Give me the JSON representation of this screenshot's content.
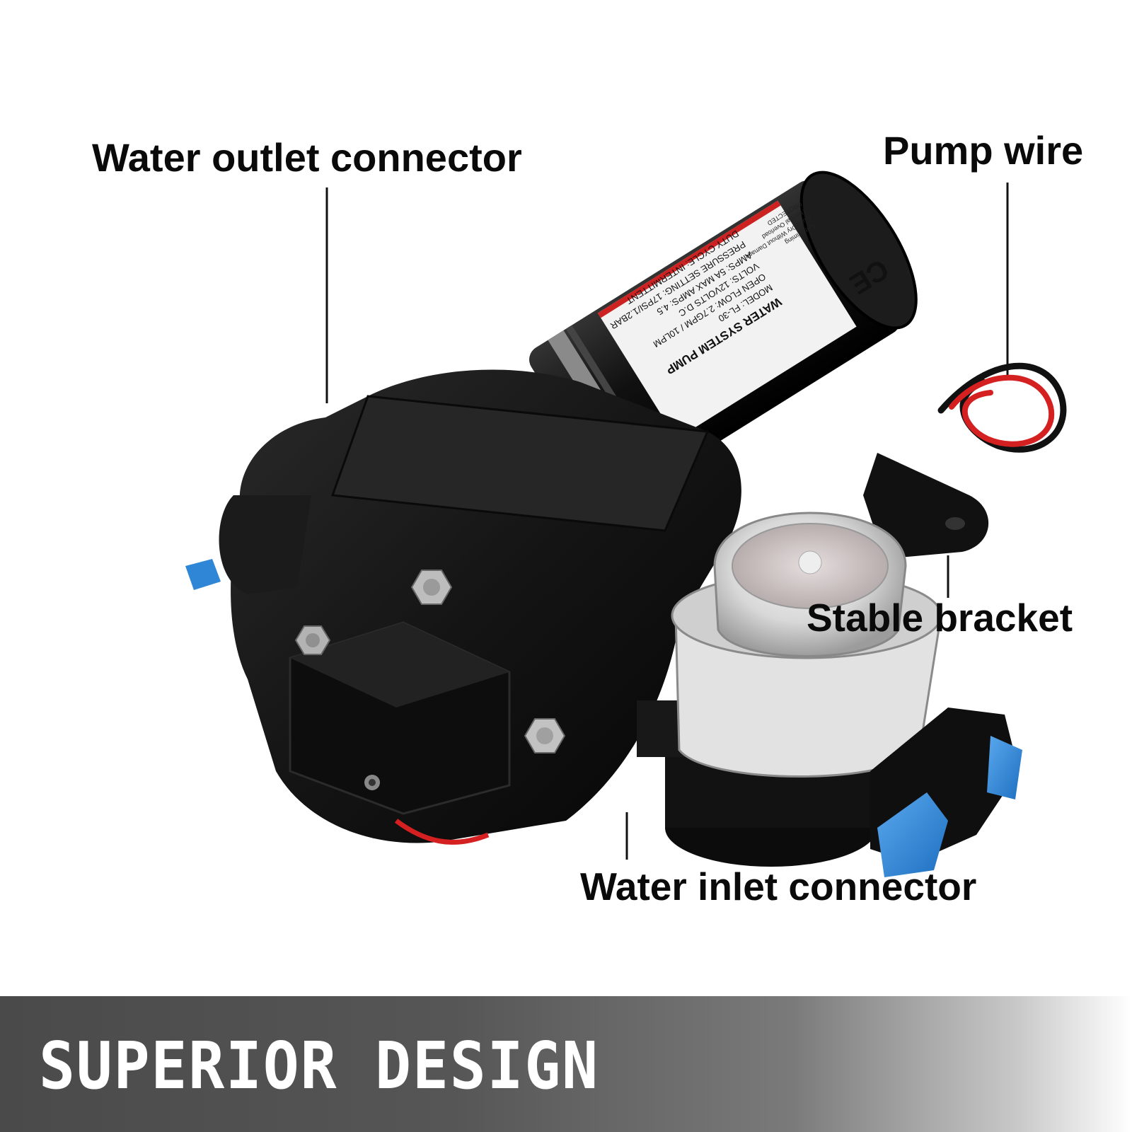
{
  "callouts": {
    "outlet": "Water outlet connector",
    "wire": "Pump wire",
    "bracket": "Stable bracket",
    "inlet": "Water inlet connector"
  },
  "motor_label": {
    "header": "WATER SYSTEM PUMP",
    "lines": [
      "MODEL: FL-30",
      "OPEN FLOW: 2.7GPM / 10LPM",
      "VOLTS: 12VOLTS D.C",
      "AMPS: 5A  MAX AMPS: 4.5",
      "PRESSURE SETTING: 17PSI/1.2BAR",
      "DUTY CYCLE: INTERMITTENT"
    ],
    "ce_mark": "CE",
    "side_notes": [
      "Self Priming",
      "Runs Dry Without Damage",
      "Thermal Overload",
      "PROTECTED"
    ]
  },
  "banner": {
    "title": "SUPERIOR DESIGN"
  },
  "colors": {
    "pump_body": "#161616",
    "blue_cap": "#2f86d6",
    "red_wire": "#d42020",
    "banner_dark": "#4a4a4a"
  }
}
